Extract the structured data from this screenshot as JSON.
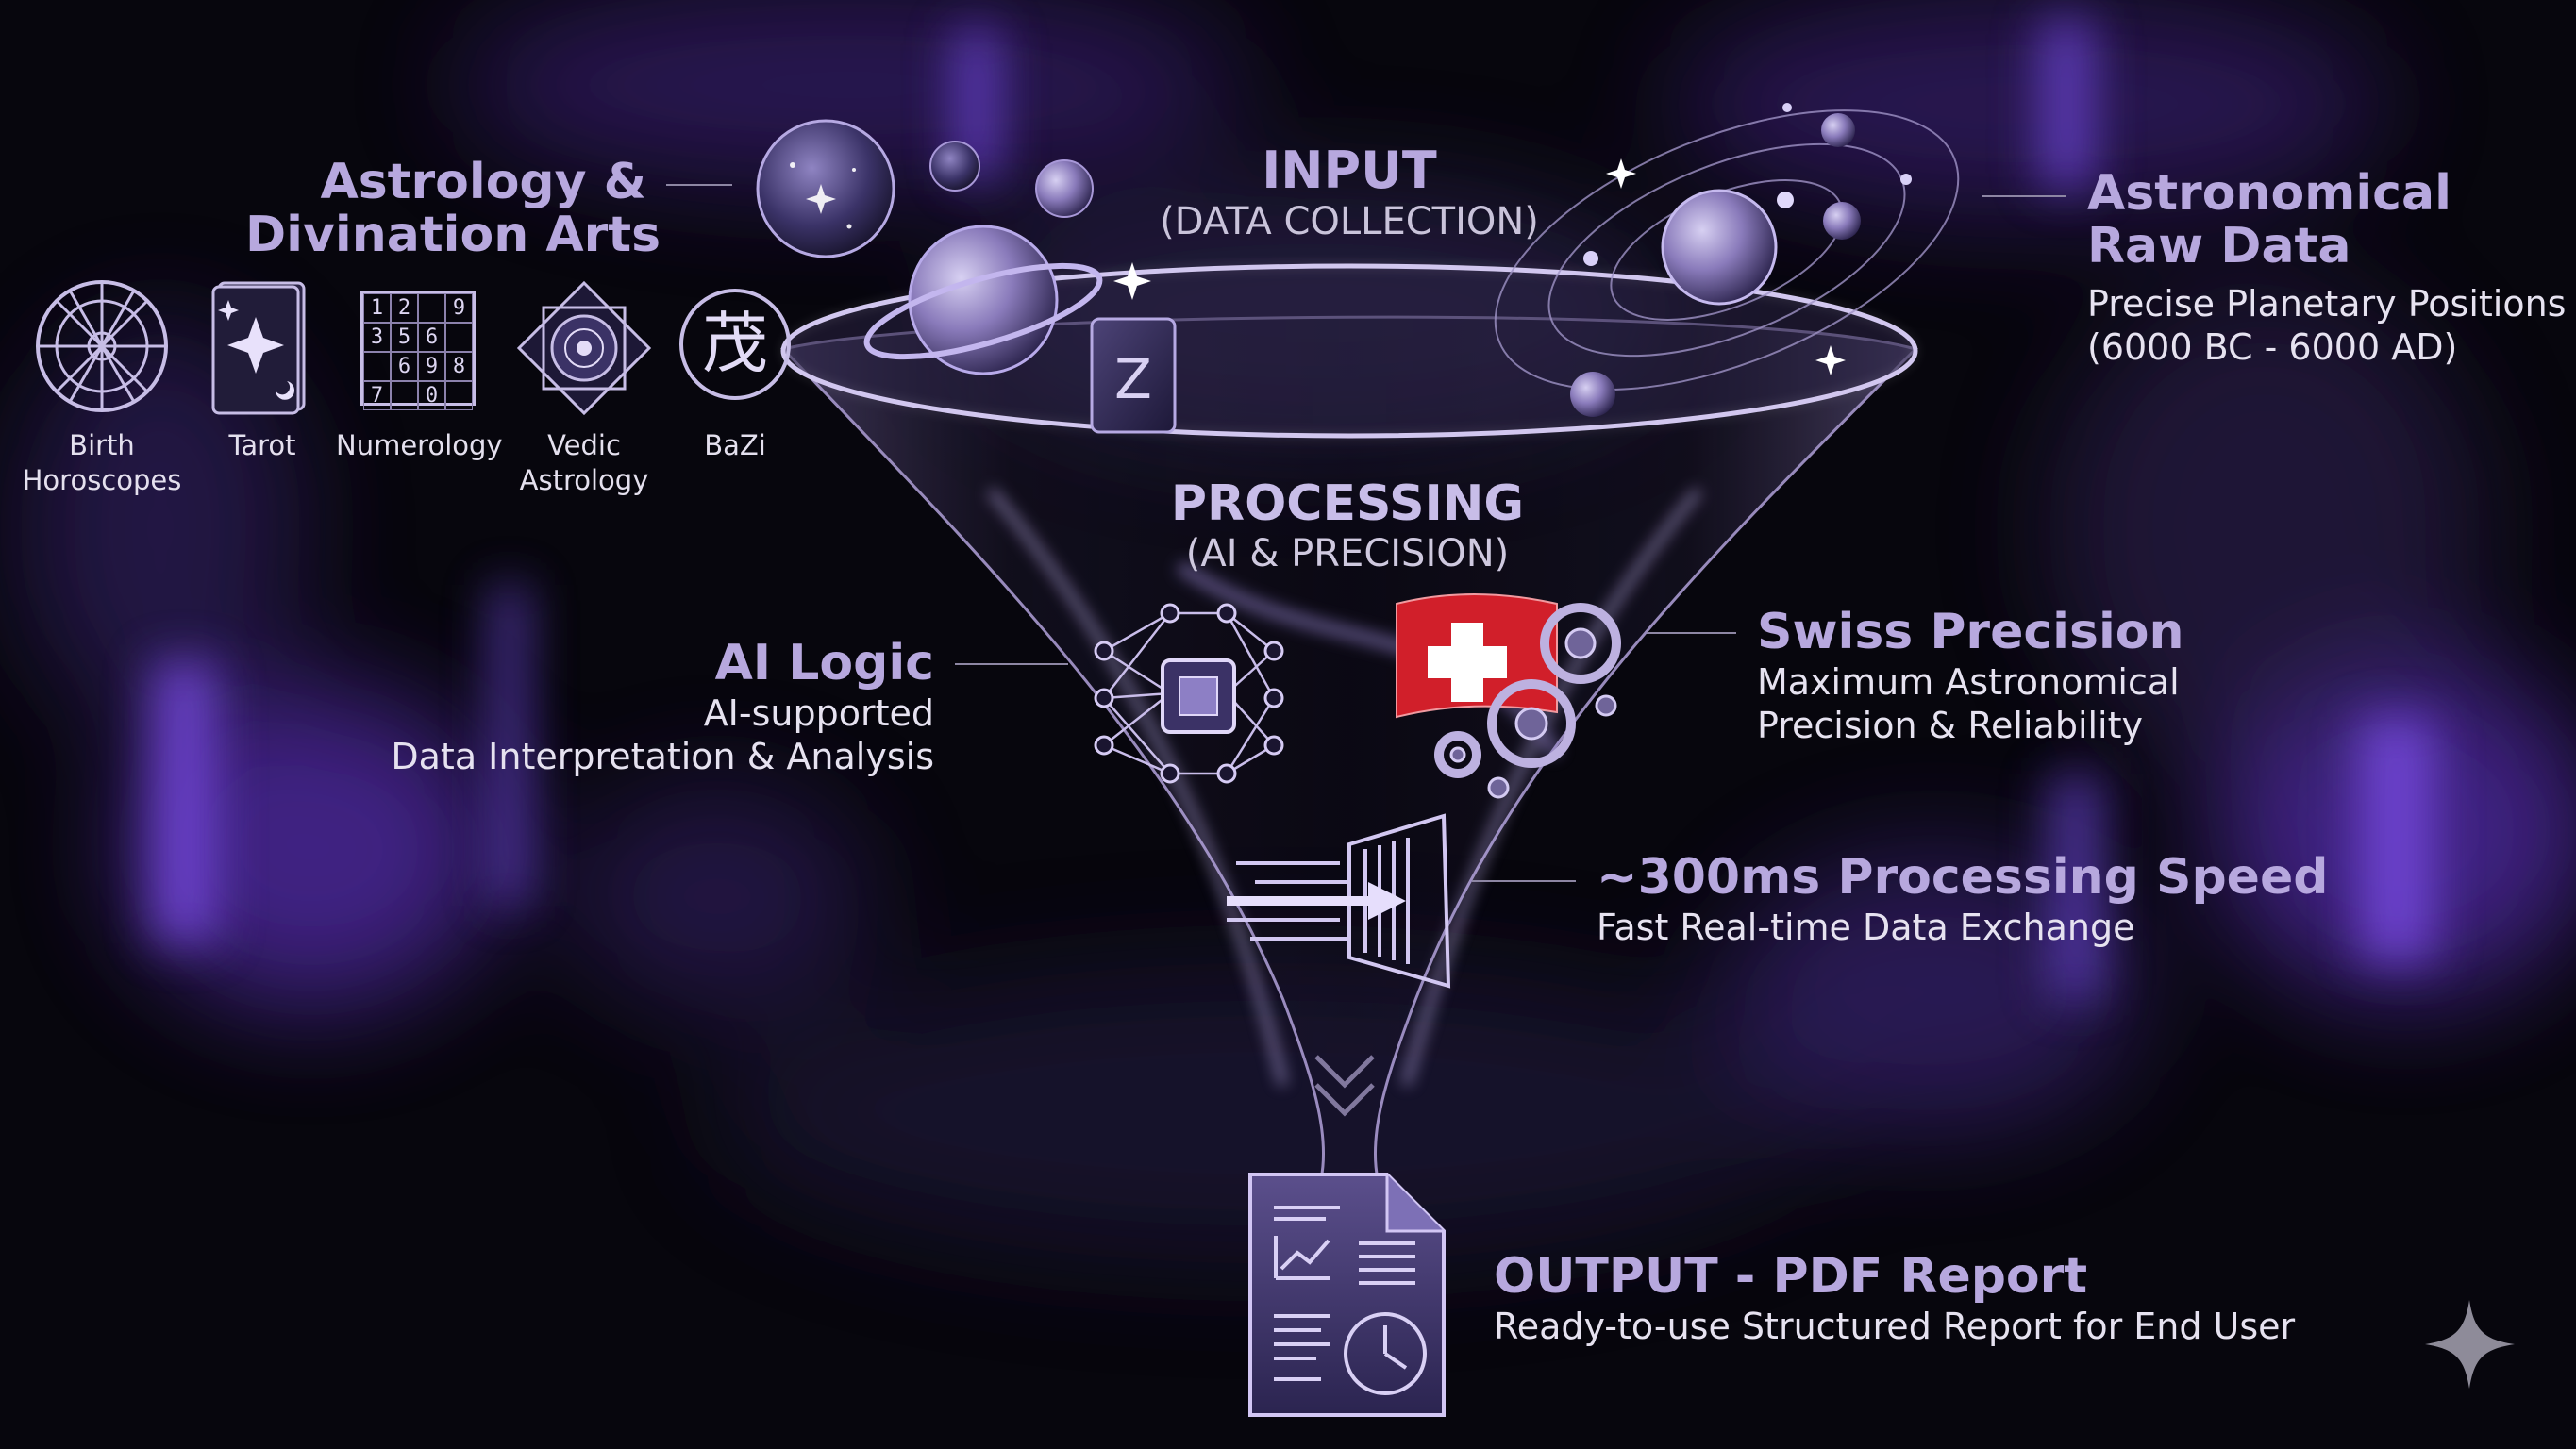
{
  "input": {
    "title": "INPUT",
    "subtitle": "(DATA COLLECTION)"
  },
  "astrology": {
    "title_line1": "Astrology &",
    "title_line2": "Divination Arts",
    "items": [
      {
        "label_line1": "Birth",
        "label_line2": "Horoscopes",
        "icon": "zodiac-wheel-icon"
      },
      {
        "label_line1": "Tarot",
        "label_line2": "",
        "icon": "tarot-card-icon"
      },
      {
        "label_line1": "Numerology",
        "label_line2": "",
        "icon": "number-grid-icon"
      },
      {
        "label_line1": "Vedic",
        "label_line2": "Astrology",
        "icon": "vedic-chart-icon"
      },
      {
        "label_line1": "BaZi",
        "label_line2": "",
        "icon": "bazi-character-icon"
      }
    ],
    "numerology_grid": [
      "1",
      "2",
      "",
      "9",
      "3",
      "5",
      "6",
      "",
      "",
      "6",
      "9",
      "8",
      "7",
      "",
      "0",
      ""
    ],
    "bazi_glyph": "茂"
  },
  "astronomical": {
    "title_line1": "Astronomical",
    "title_line2": "Raw Data",
    "desc_line1": "Precise Planetary Positions",
    "desc_line2": "(6000 BC - 6000 AD)"
  },
  "processing": {
    "title": "PROCESSING",
    "subtitle": "(AI & PRECISION)"
  },
  "ai_logic": {
    "title": "AI Logic",
    "desc_line1": "AI-supported",
    "desc_line2": "Data Interpretation & Analysis"
  },
  "swiss": {
    "title": "Swiss Precision",
    "desc_line1": "Maximum Astronomical",
    "desc_line2": "Precision & Reliability"
  },
  "speed": {
    "title": "~300ms Processing Speed",
    "desc": "Fast Real-time Data Exchange"
  },
  "output": {
    "title": "OUTPUT - PDF Report",
    "desc": "Ready-to-use Structured Report for End User"
  },
  "card_letter": "Z",
  "colors": {
    "accent_purple": "#b7a8de",
    "aurora": "#6b3fd0",
    "swiss_red": "#d11f2a",
    "background": "#07060d"
  }
}
